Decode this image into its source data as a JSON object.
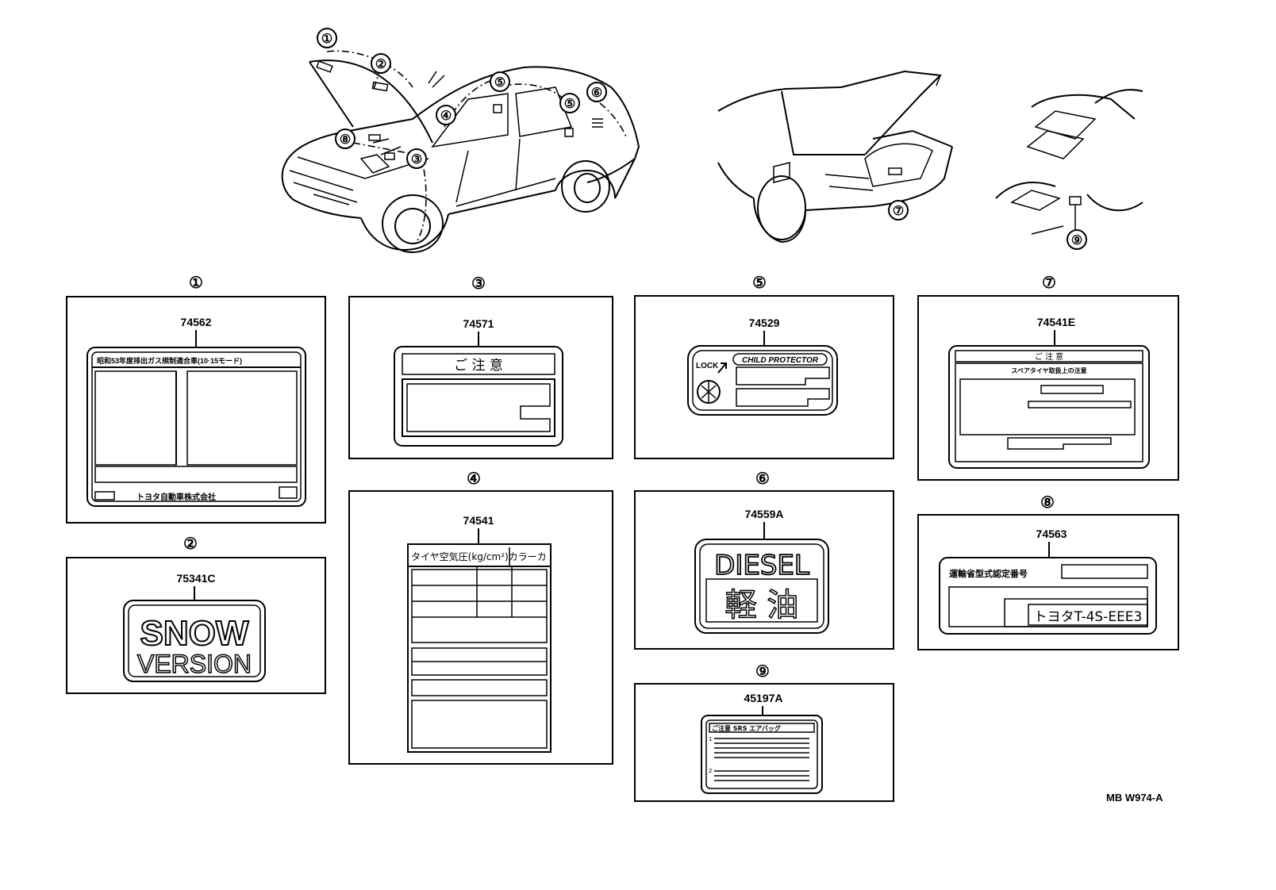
{
  "callouts": {
    "c1": "①",
    "c2": "②",
    "c3": "③",
    "c4": "④",
    "c5": "⑤",
    "c6": "⑥",
    "c7": "⑦",
    "c8": "⑧",
    "c9": "⑨"
  },
  "panels": {
    "p1": {
      "marker": "①",
      "part": "74562",
      "header": "昭和53年度排出ガス規制適合車(10·15モード)",
      "footer": "トヨタ自動車株式会社"
    },
    "p2": {
      "marker": "②",
      "part": "75341C",
      "line1": "SNOW",
      "line2": "VERSION"
    },
    "p3": {
      "marker": "③",
      "part": "74571",
      "header": "ご 注 意"
    },
    "p4": {
      "marker": "④",
      "part": "74541",
      "header": "タイヤ空気圧(kg/cm²)カラーカ"
    },
    "p5": {
      "marker": "⑤",
      "part": "74529",
      "lock": "LOCK",
      "title": "CHILD PROTECTOR"
    },
    "p6": {
      "marker": "⑥",
      "part": "74559A",
      "line1": "DIESEL",
      "line2": "軽 油"
    },
    "p7": {
      "marker": "⑦",
      "part": "74541E",
      "header": "ご 注 意",
      "sub": "スペアタイヤ取扱上の注意"
    },
    "p8": {
      "marker": "⑧",
      "part": "74563",
      "title": "運輸省型式認定番号",
      "code": "トヨタT-4S-EEE3"
    },
    "p9": {
      "marker": "⑨",
      "part": "45197A",
      "header": "ご注意 SRS エアバッグ",
      "r1": "1",
      "r2": "2"
    }
  },
  "figure_code": "MB W974-A"
}
